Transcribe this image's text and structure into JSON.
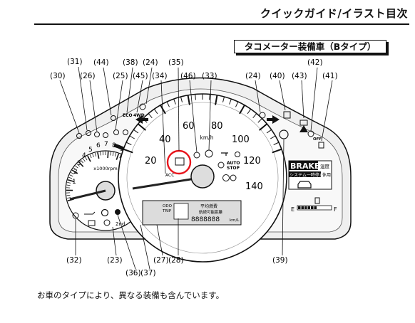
{
  "header": {
    "title": "クイックガイド/イラスト目次"
  },
  "subtitle": "タコメーター装備車（Bタイプ）",
  "callouts_top": [
    "(30)",
    "(31)",
    "(26)",
    "(44)",
    "(25)",
    "(38)",
    "(45)",
    "(24)",
    "(34)",
    "(35)",
    "(46)",
    "(33)",
    "(24)",
    "(40)",
    "(43)",
    "(42)",
    "(41)"
  ],
  "callouts_bottom": [
    "(32)",
    "(23)",
    "(36)",
    "(37)",
    "(27)",
    "(28)",
    "(39)"
  ],
  "speedometer": {
    "ticks": [
      "20",
      "40",
      "60",
      "80",
      "100",
      "120",
      "140"
    ],
    "unit": "km/h",
    "indicators": [
      "AUTO",
      "STOP"
    ]
  },
  "tachometer": {
    "ticks": [
      "1",
      "2",
      "3",
      "4",
      "5",
      "6",
      "7",
      "8",
      "9"
    ],
    "unit": "x1000rpm"
  },
  "indicator_labels": {
    "eco": "ECO",
    "fourwd": "4WD",
    "off": "OFF",
    "second_gear": "2nd"
  },
  "brake_panel": {
    "brake": "BRAKE",
    "temp": "温度",
    "system_stop": "システム一時停止",
    "exit": "休用"
  },
  "fuel_gauge": {
    "empty": "E",
    "full": "F"
  },
  "odo_display": {
    "odo_trip": "ODO",
    "trip": "TRIP",
    "range_label": "航続可能距離",
    "digits": "8888888",
    "unit": "km/L",
    "mode": "平均燃費"
  },
  "footnote": "お車のタイプにより、異なる装備も含んでいます。",
  "colors": {
    "highlight": "#e8141c",
    "ink": "#111111",
    "panel_gray": "#c8c8c8"
  }
}
